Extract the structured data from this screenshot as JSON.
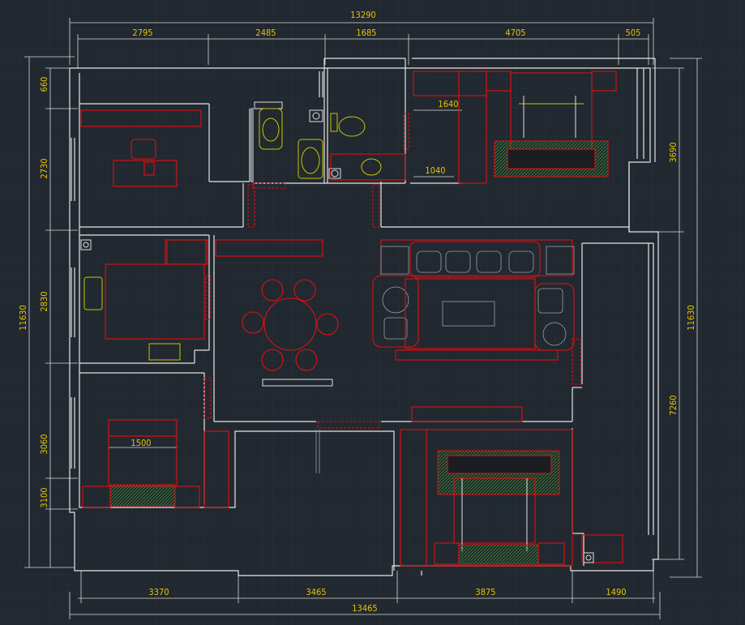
{
  "dimensions": {
    "top_total": "13290",
    "top_segments": [
      "2795",
      "2485",
      "1685",
      "4705",
      "505"
    ],
    "bottom_total": "13465",
    "bottom_segments": [
      "3370",
      "3465",
      "3875",
      "1490"
    ],
    "left_total": "11630",
    "left_segments": [
      "660",
      "2730",
      "2830",
      "3060",
      "3100"
    ],
    "right_total": "11630",
    "right_segments": [
      "3690",
      "7260"
    ],
    "interior_labels": [
      "1640",
      "1040",
      "1500"
    ]
  },
  "colors": {
    "background": "#212830",
    "grid": "#2c3540",
    "dimension_text": "#e8c400",
    "walls": "#e6e6e6",
    "furniture": "#e01010",
    "fixtures": "#c8c400"
  }
}
